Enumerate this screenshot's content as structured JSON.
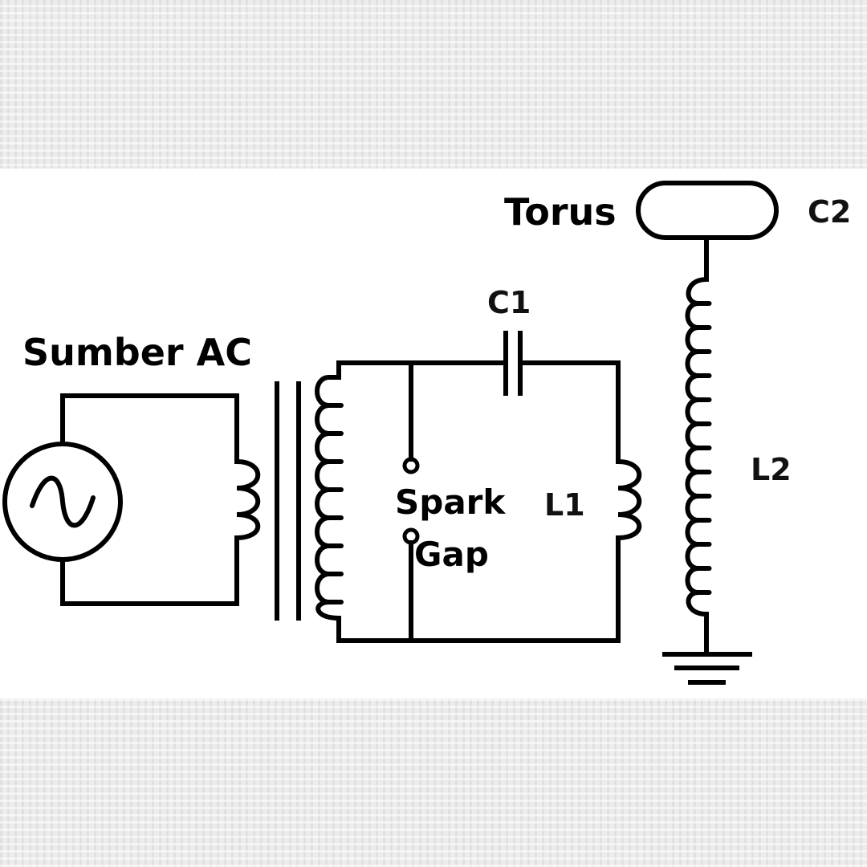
{
  "diagram": {
    "labels": {
      "source": "Sumber AC",
      "torus": "Torus",
      "c2": "C2",
      "c1": "C1",
      "spark_line1": "Spark",
      "spark_line2": "Gap",
      "l1": "L1",
      "l2": "L2"
    },
    "colors": {
      "background": "#ececec",
      "panel": "#ffffff",
      "wire": "#000000"
    }
  }
}
